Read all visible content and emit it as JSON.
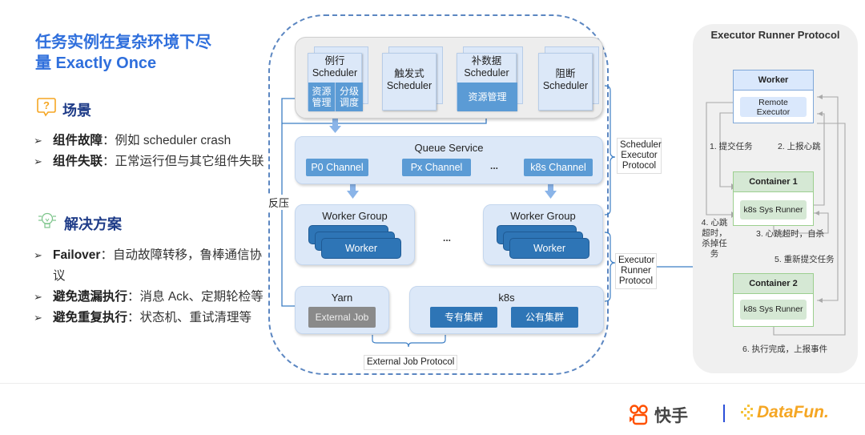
{
  "left": {
    "title_line1": "任务实例在复杂环境下尽",
    "title_line2": "量 Exactly Once",
    "scenario": {
      "icon": "question-bubble-icon",
      "heading": "场景",
      "items": [
        {
          "bold": "组件故障",
          "text": "：例如 scheduler crash"
        },
        {
          "bold": "组件失联",
          "text": "：正常运行但与其它组件失联"
        }
      ]
    },
    "solution": {
      "icon": "lightbulb-circuit-icon",
      "heading": "解决方案",
      "items": [
        {
          "bold": "Failover",
          "text": "：自动故障转移，鲁棒通信协议"
        },
        {
          "bold": "避免遗漏执行",
          "text": "：消息 Ack、定期轮检等"
        },
        {
          "bold": "避免重复执行",
          "text": "：状态机、重试清理等"
        }
      ]
    }
  },
  "diagram": {
    "schedulers": [
      {
        "line1": "例行",
        "line2": "Scheduler",
        "subs": [
          "资源管理",
          "分级调度"
        ]
      },
      {
        "line1": "触发式",
        "line2": "Scheduler"
      },
      {
        "line1": "补数据",
        "line2": "Scheduler",
        "sub": "资源管理"
      },
      {
        "line1": "阻断",
        "line2": "Scheduler"
      }
    ],
    "routine_subs": {
      "a1": "资源",
      "a2": "管理",
      "b1": "分级",
      "b2": "调度"
    },
    "queue": {
      "title": "Queue Service",
      "channels": [
        "P0 Channel",
        "Px Channel",
        "k8s Channel"
      ],
      "ellipsis": "..."
    },
    "worker_groups": [
      {
        "title": "Worker Group",
        "worker": "Worker"
      },
      {
        "title": "Worker Group",
        "worker": "Worker"
      }
    ],
    "worker_ellipsis": "...",
    "backpressure": "反压",
    "yarn": {
      "title": "Yarn",
      "job": "External Job"
    },
    "k8s": {
      "title": "k8s",
      "clusters": [
        "专有集群",
        "公有集群"
      ]
    },
    "protocols": {
      "scheduler_executor": [
        "Scheduler",
        "Executor",
        "Protocol"
      ],
      "executor_runner": [
        "Executor",
        "Runner",
        "Protocol"
      ],
      "external_job": "External Job Protocol"
    }
  },
  "right": {
    "title": "Executor Runner Protocol",
    "worker": {
      "title": "Worker",
      "inner_l1": "Remote",
      "inner_l2": "Executor"
    },
    "container1": {
      "title": "Container 1",
      "inner": "k8s Sys Runner"
    },
    "container2": {
      "title": "Container 2",
      "inner": "k8s Sys Runner"
    },
    "steps": {
      "s1": "1. 提交任务",
      "s2": "2. 上报心跳",
      "s3": "3. 心跳超时，自杀",
      "s4_l1": "4. 心跳",
      "s4_l2": "超时，",
      "s4_l3": "杀掉任务",
      "s5": "5. 重新提交任务",
      "s6": "6. 执行完成，上报事件"
    }
  },
  "footer": {
    "brand1": "快手",
    "brand2": "DataFun.",
    "colors": {
      "kuaishou": "#ff5000",
      "datafun": "#f5a623",
      "divider": "#2b4fd8"
    }
  },
  "colors": {
    "title_blue": "#2f6fdc",
    "heading_navy": "#1f3c88",
    "light_blue": "#dce8f8",
    "mid_blue": "#5b9bd5",
    "dark_blue": "#2e75b6",
    "green_light": "#d5e8d4"
  }
}
